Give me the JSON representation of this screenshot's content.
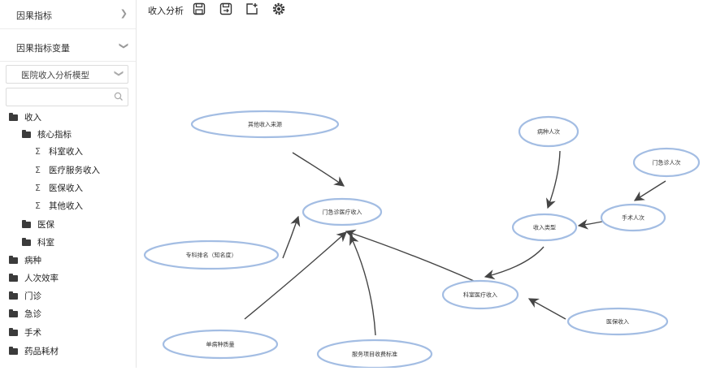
{
  "sidebar": {
    "sections": [
      {
        "label": "因果指标",
        "chevron": "chevron-right-icon"
      },
      {
        "label": "因果指标变量",
        "chevron": "chevron-down-icon"
      }
    ],
    "model_select": {
      "value": "医院收入分析模型"
    },
    "search": {
      "placeholder": ""
    },
    "tree": [
      {
        "label": "收入",
        "type": "folder"
      },
      {
        "label": "核心指标",
        "type": "folder"
      },
      {
        "label": "科室收入",
        "type": "metric"
      },
      {
        "label": "医疗服务收入",
        "type": "metric"
      },
      {
        "label": "医保收入",
        "type": "metric"
      },
      {
        "label": "其他收入",
        "type": "metric"
      },
      {
        "label": "医保",
        "type": "folder"
      },
      {
        "label": "科室",
        "type": "folder"
      },
      {
        "label": "病种",
        "type": "folder"
      },
      {
        "label": "人次效率",
        "type": "folder"
      },
      {
        "label": "门诊",
        "type": "folder"
      },
      {
        "label": "急诊",
        "type": "folder"
      },
      {
        "label": "手术",
        "type": "folder"
      },
      {
        "label": "药品耗材",
        "type": "folder"
      }
    ]
  },
  "toolbar": {
    "title": "收入分析",
    "icons": [
      "save-icon",
      "save-as-icon",
      "new-file-icon",
      "settings-icon"
    ]
  },
  "graph": {
    "nodes": [
      {
        "id": "other",
        "label": "其他收入来源"
      },
      {
        "id": "opd",
        "label": "门急诊医疗收入"
      },
      {
        "id": "specialty",
        "label": "专科排名（知名度）"
      },
      {
        "id": "single",
        "label": "单病种质量"
      },
      {
        "id": "service",
        "label": "服务项目收费标准"
      },
      {
        "id": "disease",
        "label": "病种人次"
      },
      {
        "id": "income_type",
        "label": "收入类型"
      },
      {
        "id": "surgery",
        "label": "手术人次"
      },
      {
        "id": "emergency",
        "label": "门急诊人次"
      },
      {
        "id": "dept",
        "label": "科室医疗收入"
      },
      {
        "id": "insurance",
        "label": "医保收入"
      }
    ],
    "edges": [
      {
        "from": "other",
        "to": "opd"
      },
      {
        "from": "specialty",
        "to": "opd"
      },
      {
        "from": "single",
        "to": "opd"
      },
      {
        "from": "service",
        "to": "opd"
      },
      {
        "from": "dept",
        "to": "opd"
      },
      {
        "from": "disease",
        "to": "income_type"
      },
      {
        "from": "surgery",
        "to": "income_type"
      },
      {
        "from": "emergency",
        "to": "surgery"
      },
      {
        "from": "income_type",
        "to": "dept"
      },
      {
        "from": "insurance",
        "to": "dept"
      }
    ]
  },
  "colors": {
    "node_stroke": "#a3bde3",
    "edge": "#444444"
  }
}
